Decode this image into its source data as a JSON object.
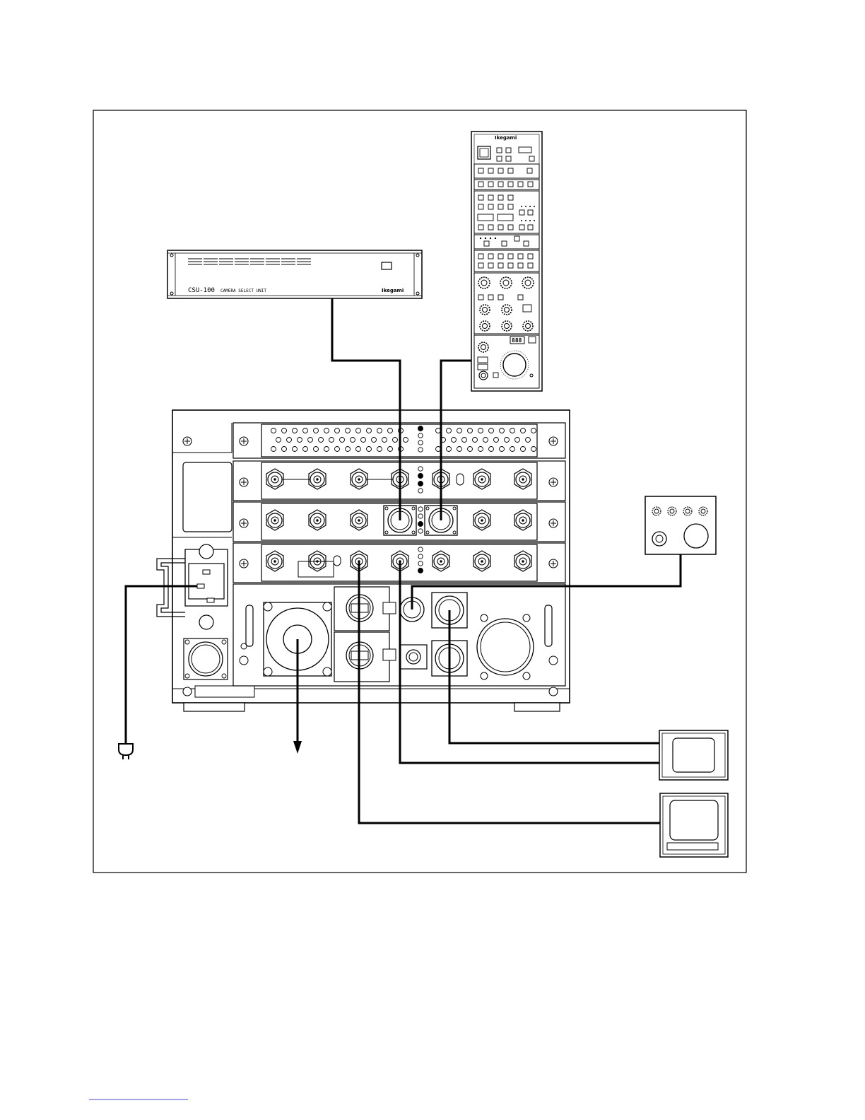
{
  "csu": {
    "model": "CSU-100",
    "description": "CAMERA SELECT UNIT",
    "brand": "Ikegami"
  },
  "rcp": {
    "brand": "Ikegami",
    "display": "888"
  },
  "colors": {
    "line": "#000000",
    "background": "#ffffff"
  }
}
